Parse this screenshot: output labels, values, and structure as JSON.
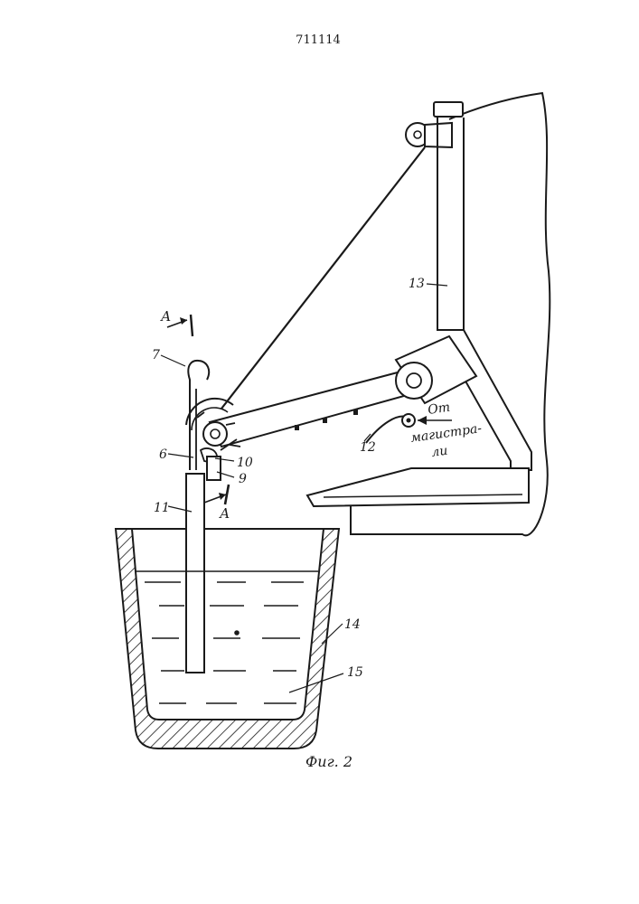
{
  "page": {
    "patent_number": "711114",
    "figure_caption": "Фиг. 2"
  },
  "labels": {
    "section_mark_top": "А",
    "section_mark_bottom": "А",
    "n6": "6",
    "n7": "7",
    "n9": "9",
    "n10": "10",
    "n11": "11",
    "n12": "12",
    "n13": "13",
    "n14": "14",
    "n15": "15",
    "supply_from": "От",
    "supply_line1": "магистра-",
    "supply_line2": "ли"
  },
  "colors": {
    "ink": "#1a1a1a",
    "paper": "#ffffff"
  }
}
